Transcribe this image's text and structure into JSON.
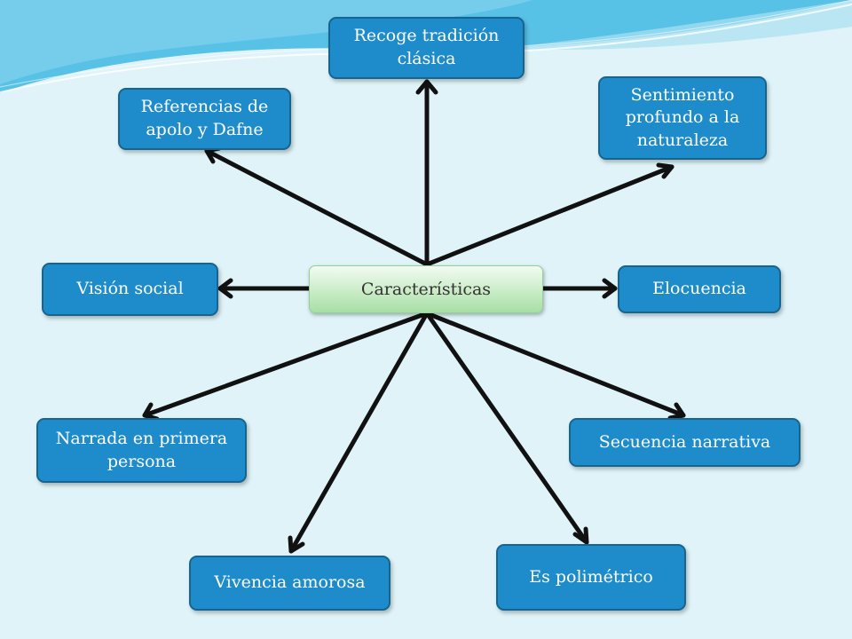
{
  "center": {
    "label": "Características"
  },
  "nodes": {
    "tradicion": "Recoge tradición clásica",
    "referencias": "Referencias de apolo y Dafne",
    "sentimiento": "Sentimiento profundo a la naturaleza",
    "vision": "Visión social",
    "elocuencia": "Elocuencia",
    "narrada": "Narrada en primera persona",
    "secuencia": "Secuencia narrativa",
    "polimetrico": "Es polimétrico",
    "vivencia": "Vivencia amorosa"
  },
  "colors": {
    "background": "#dff3f8",
    "node_fill": "#1e8cca",
    "node_border": "#17648f",
    "center_fill": "#c9ecc7",
    "arrow": "#111111"
  }
}
